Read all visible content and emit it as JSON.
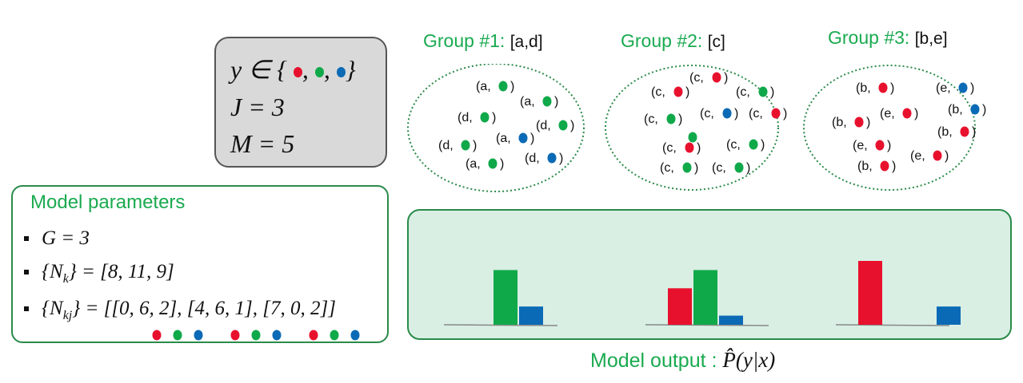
{
  "definitions": {
    "y_set": "y ∈ {",
    "y_close": "}",
    "sep": ",",
    "J": "J = 3",
    "M": "M = 5"
  },
  "params": {
    "title": "Model parameters",
    "G": "G = 3",
    "Nk": "{N",
    "Nk_sub": "k",
    "Nk_val": "} = [8, 11, 9]",
    "Nkj": "{N",
    "Nkj_sub": "kj",
    "Nkj_val": "} = [[0, 6, 2], [4, 6, 1], [7, 0, 2]]"
  },
  "groups": [
    {
      "title": "Group #1: ",
      "members": "[a,d]"
    },
    {
      "title": "Group #2: ",
      "members": "[c]"
    },
    {
      "title": "Group #3: ",
      "members": "[b,e]"
    }
  ],
  "output": {
    "label": "Model output : ",
    "formula": "P̂(y|x)"
  },
  "colors": {
    "red": "#e8112d",
    "green": "#10a94a",
    "blue": "#0b6ab5",
    "accent": "#1aaa50"
  },
  "chart_data": {
    "type": "bar",
    "categories": [
      "red",
      "green",
      "blue"
    ],
    "groups": [
      {
        "name": "Group #1",
        "values": [
          0,
          6,
          2
        ]
      },
      {
        "name": "Group #2",
        "values": [
          4,
          6,
          1
        ]
      },
      {
        "name": "Group #3",
        "values": [
          7,
          0,
          2
        ]
      }
    ],
    "ylim": [
      0,
      7
    ]
  },
  "samples": [
    [
      {
        "label": "a",
        "color": "green"
      },
      {
        "label": "a",
        "color": "green"
      },
      {
        "label": "d",
        "color": "green"
      },
      {
        "label": "d",
        "color": "green"
      },
      {
        "label": "a",
        "color": "blue"
      },
      {
        "label": "d",
        "color": "green"
      },
      {
        "label": "a",
        "color": "green"
      },
      {
        "label": "d",
        "color": "blue"
      }
    ],
    [
      {
        "label": "c",
        "color": "red"
      },
      {
        "label": "c",
        "color": "red"
      },
      {
        "label": "c",
        "color": "green"
      },
      {
        "label": "c",
        "color": "green"
      },
      {
        "label": "c",
        "color": "blue"
      },
      {
        "label": "c",
        "color": "red"
      },
      {
        "label": "c",
        "color": "red"
      },
      {
        "label": "c",
        "color": "green"
      },
      {
        "label": "c",
        "color": "green"
      },
      {
        "label": "c",
        "color": "green"
      }
    ],
    [
      {
        "label": "b",
        "color": "red"
      },
      {
        "label": "e",
        "color": "blue"
      },
      {
        "label": "b",
        "color": "blue"
      },
      {
        "label": "b",
        "color": "red"
      },
      {
        "label": "e",
        "color": "red"
      },
      {
        "label": "b",
        "color": "red"
      },
      {
        "label": "e",
        "color": "red"
      },
      {
        "label": "e",
        "color": "red"
      },
      {
        "label": "b",
        "color": "red"
      }
    ]
  ],
  "index_dots": [
    "red",
    "green",
    "blue",
    "red",
    "green",
    "blue",
    "red",
    "green",
    "blue"
  ]
}
